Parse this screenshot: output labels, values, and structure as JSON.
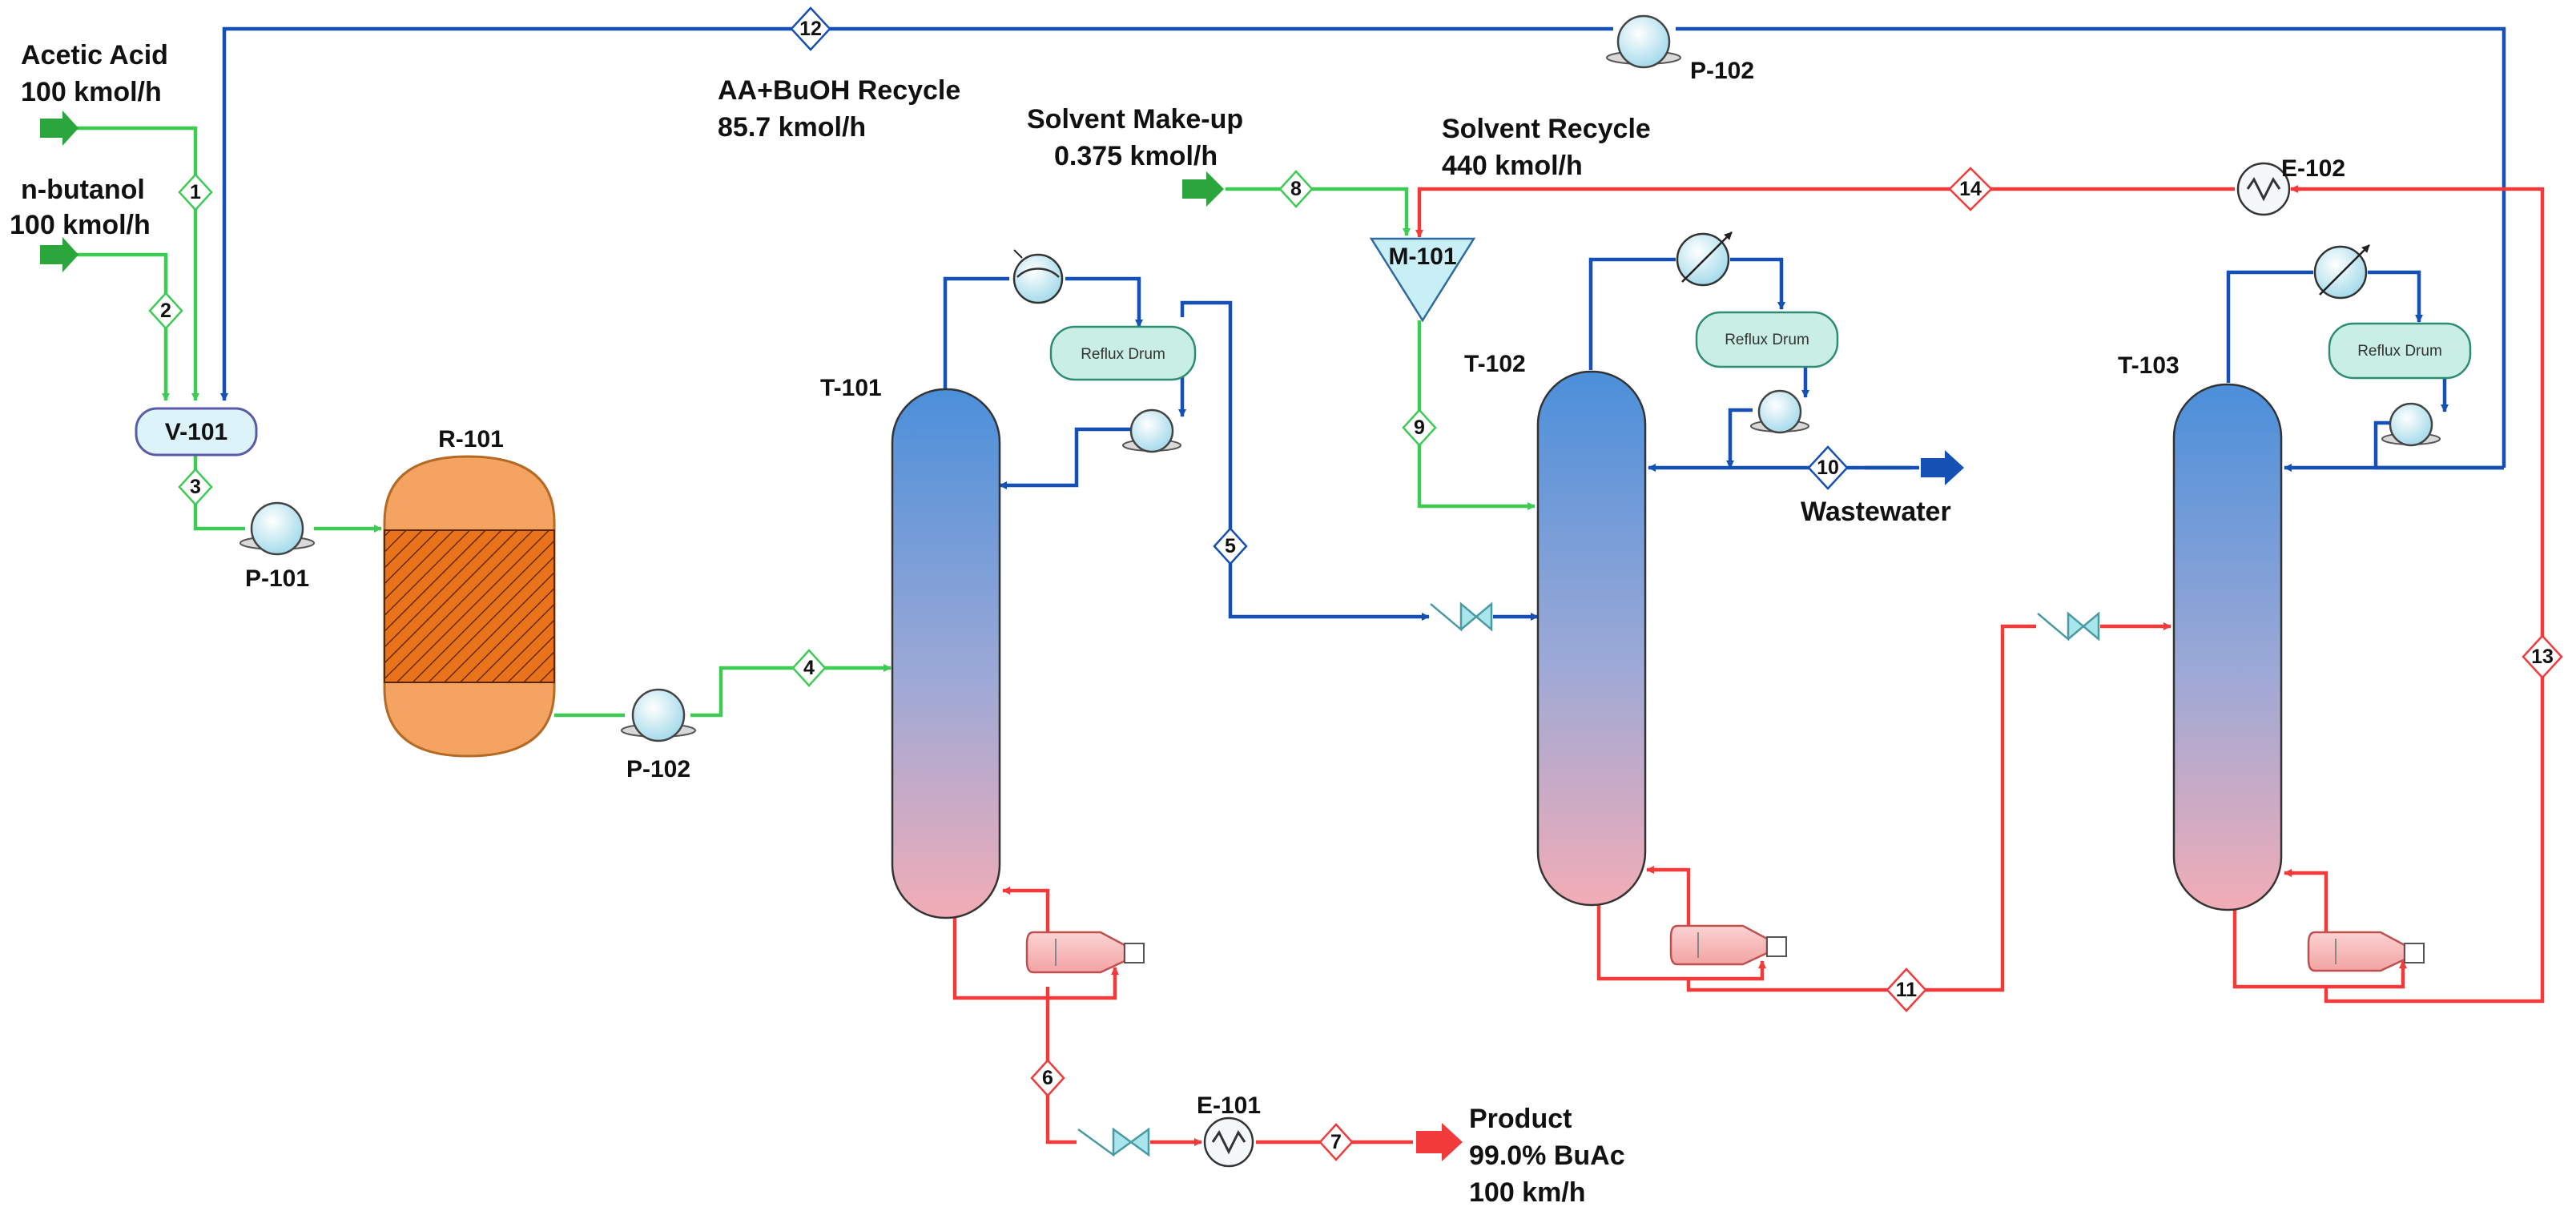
{
  "feeds": {
    "acetic_acid_name": "Acetic Acid",
    "acetic_acid_rate": "100 kmol/h",
    "butanol_name": "n-butanol",
    "butanol_rate": "100 kmol/h",
    "solvent_makeup_name": "Solvent Make-up",
    "solvent_makeup_rate": "0.375 kmol/h"
  },
  "recycles": {
    "aa_buoh_name": "AA+BuOH Recycle",
    "aa_buoh_rate": "85.7 kmol/h",
    "solvent_name": "Solvent Recycle",
    "solvent_rate": "440 kmol/h"
  },
  "outputs": {
    "wastewater": "Wastewater",
    "product_name": "Product",
    "product_purity": "99.0% BuAc",
    "product_rate": "100 km/h"
  },
  "equipment": {
    "v101": "V-101",
    "r101": "R-101",
    "p101": "P-101",
    "p102_feed": "P-102",
    "p102_recycle": "P-102",
    "t101": "T-101",
    "t102": "T-102",
    "t103": "T-103",
    "m101": "M-101",
    "e101": "E-101",
    "e102": "E-102",
    "reflux_drum": "Reflux Drum"
  },
  "streams": {
    "s1": "1",
    "s2": "2",
    "s3": "3",
    "s4": "4",
    "s5": "5",
    "s6": "6",
    "s7": "7",
    "s8": "8",
    "s9": "9",
    "s10": "10",
    "s11": "11",
    "s12": "12",
    "s13": "13",
    "s14": "14"
  },
  "colors": {
    "feed_stream": "#3ecb54",
    "aqueous_stream": "#1550b4",
    "product_stream": "#f23a3a",
    "reactor": "#f4a460",
    "catalyst_bed": "#e8731a"
  }
}
